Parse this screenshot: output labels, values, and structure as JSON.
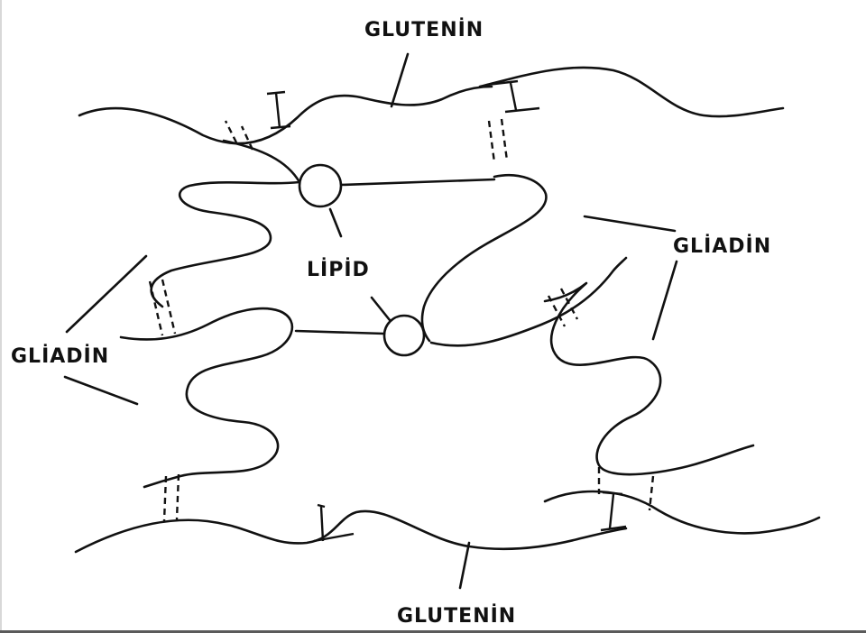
{
  "labels": {
    "glutenin_top": "GLUTENİN",
    "glutenin_bottom": "GLUTENİN",
    "gliadin_left": "GLİADİN",
    "gliadin_right": "GLİADİN",
    "lipid": "LİPİD"
  },
  "colors": {
    "ink": "#111111",
    "background": "#ffffff"
  }
}
